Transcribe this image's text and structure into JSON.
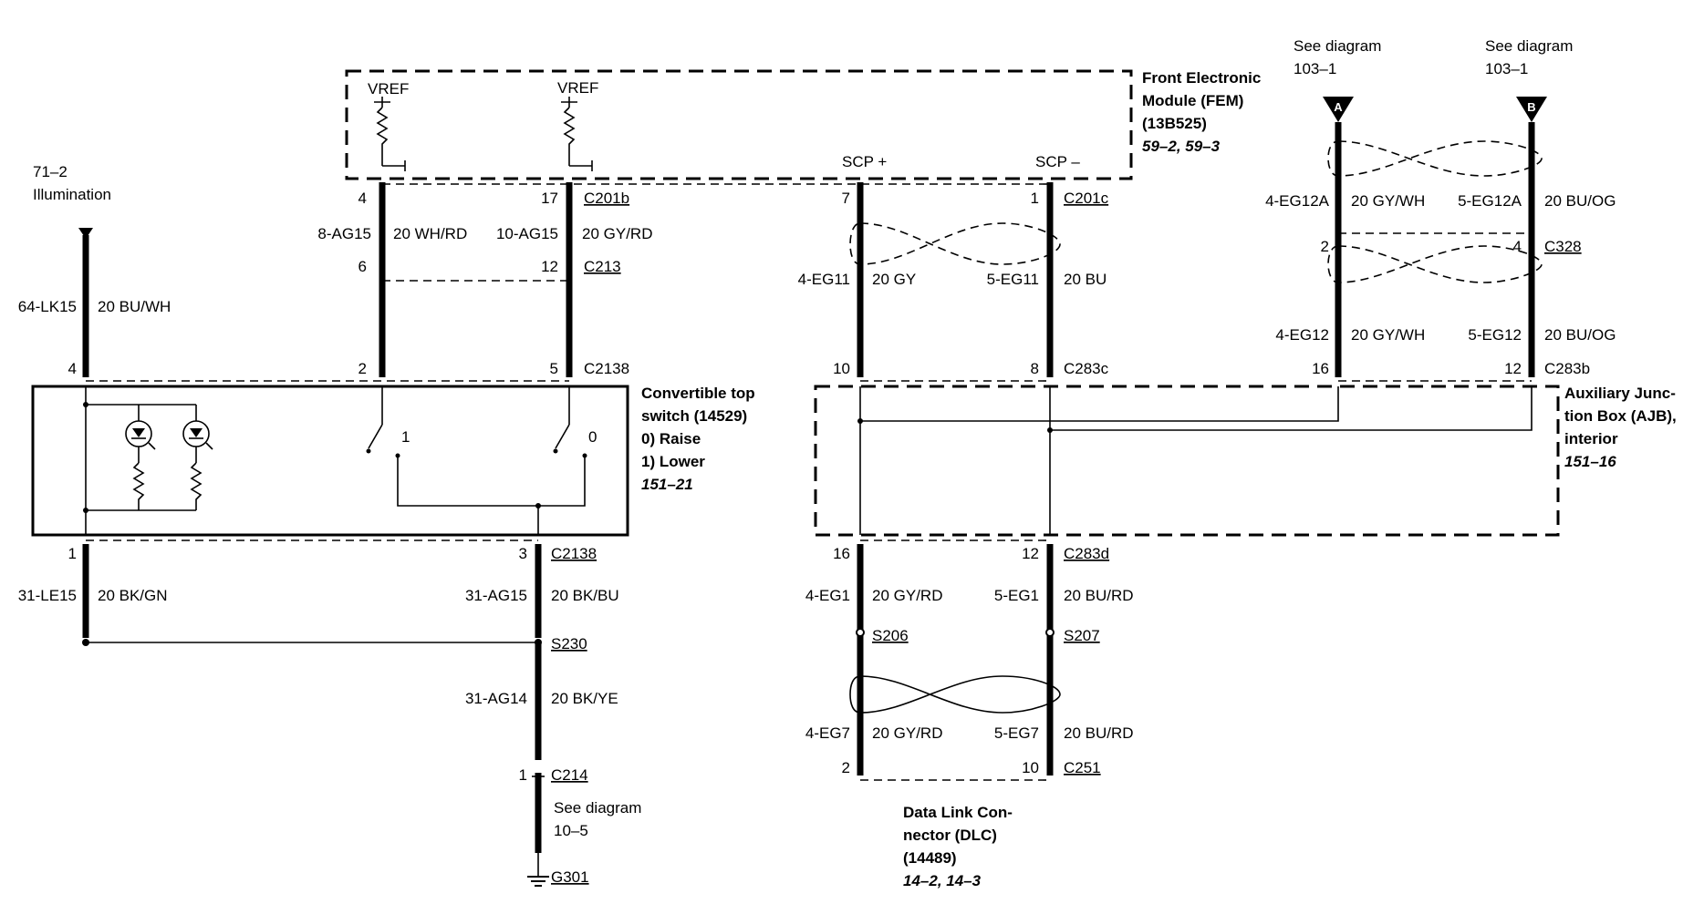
{
  "modules": {
    "fem": {
      "name_lines": [
        "Front Electronic",
        "Module (FEM)",
        "(13B525)"
      ],
      "ref": "59–2, 59–3",
      "pins": {
        "vref_a": "VREF",
        "vref_b": "VREF",
        "scp_plus": "SCP +",
        "scp_minus": "SCP –"
      }
    },
    "conv_switch": {
      "name_lines": [
        "Convertible top",
        "switch (14529)",
        "0)   Raise",
        "1)   Lower"
      ],
      "ref": "151–21",
      "pos_1": "1",
      "pos_0": "0"
    },
    "ajb": {
      "name_lines": [
        "Auxiliary Junc-",
        "tion Box (AJB),",
        "interior"
      ],
      "ref": "151–16"
    },
    "dlc": {
      "name_lines": [
        "Data Link Con-",
        "nector (DLC)",
        "(14489)"
      ],
      "ref": "14–2, 14–3"
    }
  },
  "refs": {
    "illum": [
      "71–2",
      "Illumination"
    ],
    "see_a": [
      "See diagram",
      "103–1"
    ],
    "see_b": [
      "See diagram",
      "103–1"
    ],
    "see_g": [
      "See diagram",
      "10–5"
    ],
    "letter_a": "A",
    "letter_b": "B"
  },
  "pins": {
    "c201b_4": "4",
    "c201b_17": "17",
    "c213_6": "6",
    "c213_12": "12",
    "c2138_4": "4",
    "c2138_2": "2",
    "c2138_5": "5",
    "c2138_1": "1",
    "c2138_3": "3",
    "c214_1": "1",
    "c201c_7": "7",
    "c201c_1": "1",
    "c283c_10": "10",
    "c283c_8": "8",
    "c283d_16": "16",
    "c283d_12": "12",
    "c251_2": "2",
    "c251_10": "10",
    "c328_2": "2",
    "c328_4": "4",
    "c283b_16": "16",
    "c283b_12": "12"
  },
  "connectors": {
    "c201b": "C201b",
    "c213": "C213",
    "c2138_top": "C2138",
    "c2138_bot": "C2138",
    "c214": "C214",
    "g301": "G301",
    "s230": "S230",
    "c201c": "C201c",
    "c283c": "C283c",
    "c283d": "C283d",
    "s206": "S206",
    "s207": "S207",
    "c251": "C251",
    "c328": "C328",
    "c283b": "C283b"
  },
  "circuits": {
    "lk15": {
      "id": "64-LK15",
      "spec": "20 BU/WH"
    },
    "ag15_8": {
      "id": "8-AG15",
      "spec": "20 WH/RD"
    },
    "ag15_10": {
      "id": "10-AG15",
      "spec": "20 GY/RD"
    },
    "le15": {
      "id": "31-LE15",
      "spec": "20 BK/GN"
    },
    "ag15_31": {
      "id": "31-AG15",
      "spec": "20 BK/BU"
    },
    "ag14": {
      "id": "31-AG14",
      "spec": "20 BK/YE"
    },
    "eg11_4": {
      "id": "4-EG11",
      "spec": "20 GY"
    },
    "eg11_5": {
      "id": "5-EG11",
      "spec": "20 BU"
    },
    "eg1_4": {
      "id": "4-EG1",
      "spec": "20 GY/RD"
    },
    "eg1_5": {
      "id": "5-EG1",
      "spec": "20 BU/RD"
    },
    "eg7_4": {
      "id": "4-EG7",
      "spec": "20 GY/RD"
    },
    "eg7_5": {
      "id": "5-EG7",
      "spec": "20 BU/RD"
    },
    "eg12a_4": {
      "id": "4-EG12A",
      "spec": "20 GY/WH"
    },
    "eg12a_5": {
      "id": "5-EG12A",
      "spec": "20 BU/OG"
    },
    "eg12_4": {
      "id": "4-EG12",
      "spec": "20 GY/WH"
    },
    "eg12_5": {
      "id": "5-EG12",
      "spec": "20 BU/OG"
    }
  }
}
